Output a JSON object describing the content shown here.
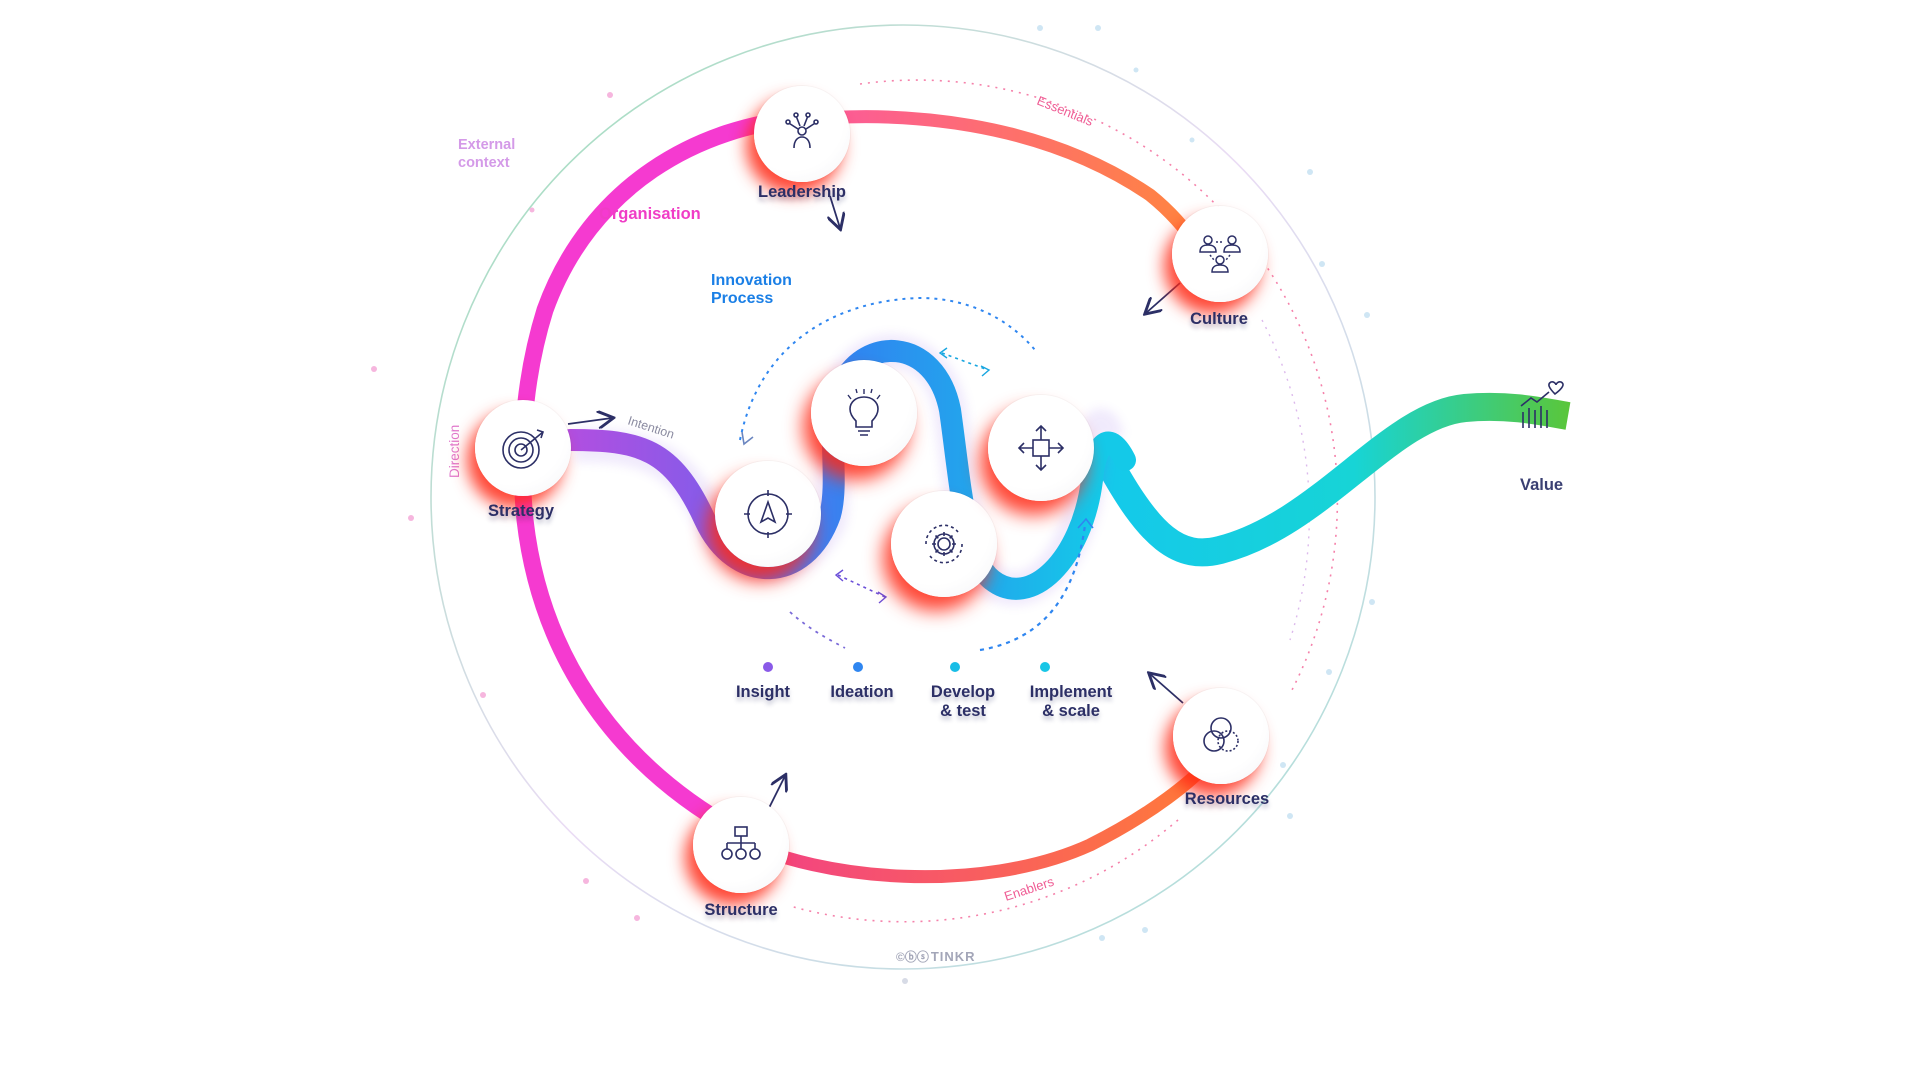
{
  "labels": {
    "external_context": [
      "External",
      "context"
    ],
    "organisation": "Organisation",
    "innovation_process": [
      "Innovation",
      "Process"
    ],
    "essentials": "Essentials",
    "enablers": "Enablers",
    "intention": "Intention",
    "direction": "Direction",
    "value": "Value",
    "brand": "TINKR",
    "brand_license": "©ⓑⓢ"
  },
  "elements": [
    {
      "id": "leadership",
      "label": "Leadership",
      "icon": "leadership-icon"
    },
    {
      "id": "culture",
      "label": "Culture",
      "icon": "people-triangle-icon"
    },
    {
      "id": "strategy",
      "label": "Strategy",
      "icon": "target-icon"
    },
    {
      "id": "structure",
      "label": "Structure",
      "icon": "org-chart-icon"
    },
    {
      "id": "resources",
      "label": "Resources",
      "icon": "overlapping-circles-icon"
    }
  ],
  "process_steps": [
    {
      "id": "insight",
      "label": "Insight",
      "color": "#8a5ae8",
      "icon": "compass-icon"
    },
    {
      "id": "ideation",
      "label": "Ideation",
      "color": "#2f86f0",
      "icon": "lightbulb-icon"
    },
    {
      "id": "develop",
      "label_lines": [
        "Develop",
        "& test"
      ],
      "color": "#18bde6",
      "icon": "gear-cycle-icon"
    },
    {
      "id": "implement",
      "label_lines": [
        "Implement",
        "& scale"
      ],
      "color": "#18c6e6",
      "icon": "expand-arrows-icon"
    }
  ],
  "colors": {
    "organisation": "#f53ad0",
    "essentials_orange": "#ff7a3c",
    "value_green": "#54c63a",
    "process_cyan": "#14c9e8",
    "node_shadow": "#ff2a14",
    "text": "#2c2f66"
  }
}
